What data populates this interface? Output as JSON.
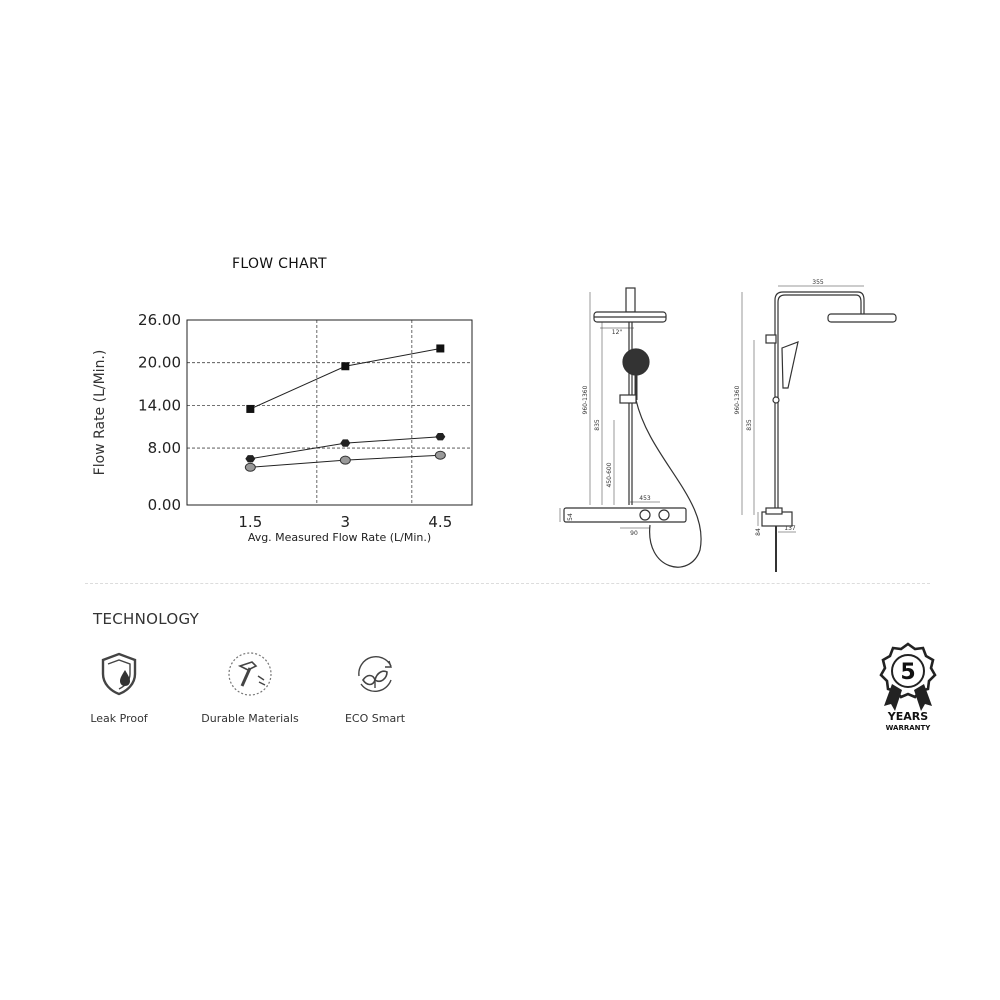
{
  "chart_data": {
    "type": "line",
    "title": "FLOW CHART",
    "xlabel": "Avg. Measured Flow Rate (L/Min.)",
    "ylabel": "Flow  Rate (L/Min.)",
    "x": [
      1.5,
      3,
      4.5
    ],
    "x_tick_labels": [
      "1.5",
      "3",
      "4.5"
    ],
    "y_ticks": [
      0,
      8,
      14,
      20,
      26
    ],
    "y_tick_labels": [
      "0.00",
      "8.00",
      "14.00",
      "20.00",
      "26.00"
    ],
    "xlim": [
      0.5,
      5.0
    ],
    "ylim": [
      0,
      26
    ],
    "grid": true,
    "series": [
      {
        "marker": "square",
        "values": [
          13.5,
          19.5,
          22.0
        ]
      },
      {
        "marker": "hexagon",
        "values": [
          6.5,
          8.7,
          9.6
        ]
      },
      {
        "marker": "circle",
        "values": [
          5.3,
          6.3,
          7.0
        ]
      }
    ]
  },
  "drawings": {
    "front": {
      "dim_vertical_total": "960-1360",
      "dim_vertical_mid": "835",
      "dim_vertical_slide": "450-600",
      "dim_head": "12\"",
      "dim_shelf": "453",
      "dim_height": "54",
      "dim_bottom": "90"
    },
    "side": {
      "dim_arm": "355",
      "dim_vertical_total": "960-1360",
      "dim_vertical_mid": "835",
      "dim_height": "84",
      "dim_bottom": "137"
    }
  },
  "technology": {
    "title": "TECHNOLOGY",
    "features": [
      {
        "label": "Leak Proof",
        "icon": "shield-drop-icon"
      },
      {
        "label": "Durable Materials",
        "icon": "hammer-icon"
      },
      {
        "label": "ECO Smart",
        "icon": "leaf-cycle-icon"
      }
    ]
  },
  "warranty": {
    "number": "5",
    "line1": "YEARS",
    "line2": "WARRANTY"
  }
}
